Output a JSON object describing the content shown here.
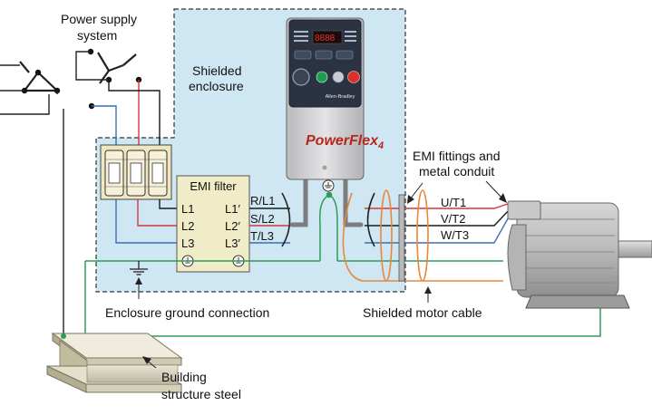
{
  "labels": {
    "power_supply_line1": "Power supply",
    "power_supply_line2": "system",
    "shielded_line1": "Shielded",
    "shielded_line2": "enclosure",
    "emi_filter_title": "EMI filter",
    "filter_in_l1": "L1",
    "filter_in_l2": "L2",
    "filter_in_l3": "L3",
    "filter_out_l1": "L1′",
    "filter_out_l2": "L2′",
    "filter_out_l3": "L3′",
    "drive_in_r": "R/L1",
    "drive_in_s": "S/L2",
    "drive_in_t": "T/L3",
    "motor_u": "U/T1",
    "motor_v": "V/T2",
    "motor_w": "W/T3",
    "emi_fittings_line1": "EMI fittings and",
    "emi_fittings_line2": "metal conduit",
    "enclosure_ground": "Enclosure ground connection",
    "shielded_cable": "Shielded motor cable",
    "building_line1": "Building",
    "building_line2": "structure steel",
    "drive_brand": "PowerFlex",
    "drive_model": "4",
    "drive_maker": "Allen-Bradley"
  },
  "colors": {
    "phase_red": "#d9353b",
    "phase_blue": "#3b6fb6",
    "phase_black": "#1a1a1a",
    "ground_green": "#2e9c58",
    "shield_orange": "#e8873a",
    "enclosure_fill": "#cfe7f3",
    "filter_fill": "#f1ecc8",
    "keypad_dark": "#2b3342",
    "drive_body": "#d2d2d4"
  },
  "icons": [
    "ground-symbol-icon",
    "earth-terminal-icon"
  ]
}
